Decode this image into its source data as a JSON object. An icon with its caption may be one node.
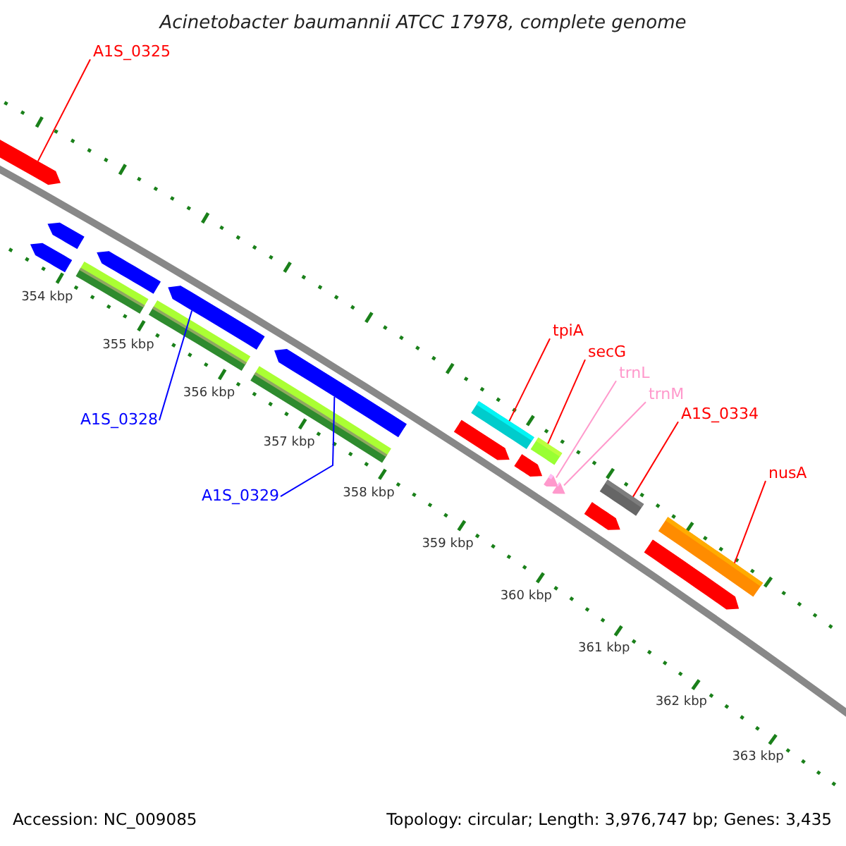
{
  "diagram": {
    "title": "Acinetobacter baumannii ATCC 17978, complete genome",
    "nodes": [
      {
        "text": [
          "A1S_0325"
        ]
      },
      {
        "text": [
          "A1S_0328"
        ]
      },
      {
        "text": [
          "A1S_0329"
        ]
      },
      {
        "text": [
          "tpiA"
        ]
      },
      {
        "text": [
          "secG"
        ]
      },
      {
        "text": [
          "trnL"
        ]
      },
      {
        "text": [
          "trnM"
        ]
      },
      {
        "text": [
          "A1S_0334"
        ]
      },
      {
        "text": [
          "nusA"
        ]
      },
      {
        "text": [],
        "shape": "arrow"
      },
      {
        "text": [],
        "shape": "arrow"
      },
      {
        "text": [],
        "shape": "arrow"
      },
      {
        "text": [],
        "shape": "bar"
      },
      {
        "text": [],
        "shape": "bar"
      },
      {
        "text": [],
        "shape": "triangle"
      },
      {
        "text": [],
        "shape": "triangle"
      },
      {
        "text": [],
        "shape": "bar"
      },
      {
        "text": [],
        "shape": "bar"
      }
    ],
    "edges": [
      {
        "from": 0,
        "to": 9,
        "arrow": "none"
      },
      {
        "from": 1,
        "to": 10,
        "arrow": "none",
        "color": "#0000ff"
      },
      {
        "from": 2,
        "to": 11,
        "arrow": "none",
        "color": "#0000ff"
      },
      {
        "from": 3,
        "to": 12,
        "arrow": "none"
      },
      {
        "from": 4,
        "to": 13,
        "arrow": "none"
      },
      {
        "from": 5,
        "to": 14,
        "arrow": "none",
        "color": "#ff99cc"
      },
      {
        "from": 6,
        "to": 15,
        "arrow": "none",
        "color": "#ff99cc"
      },
      {
        "from": 7,
        "to": 16,
        "arrow": "none"
      },
      {
        "from": 8,
        "to": 17,
        "arrow": "none"
      }
    ],
    "labels": [
      "354 kbp",
      "355 kbp",
      "356 kbp",
      "357 kbp",
      "358 kbp",
      "359 kbp",
      "360 kbp",
      "361 kbp",
      "362 kbp",
      "363 kbp",
      "Accession: NC_009085",
      "Topology: circular; Length: 3,976,747 bp; Genes: 3,435"
    ]
  }
}
